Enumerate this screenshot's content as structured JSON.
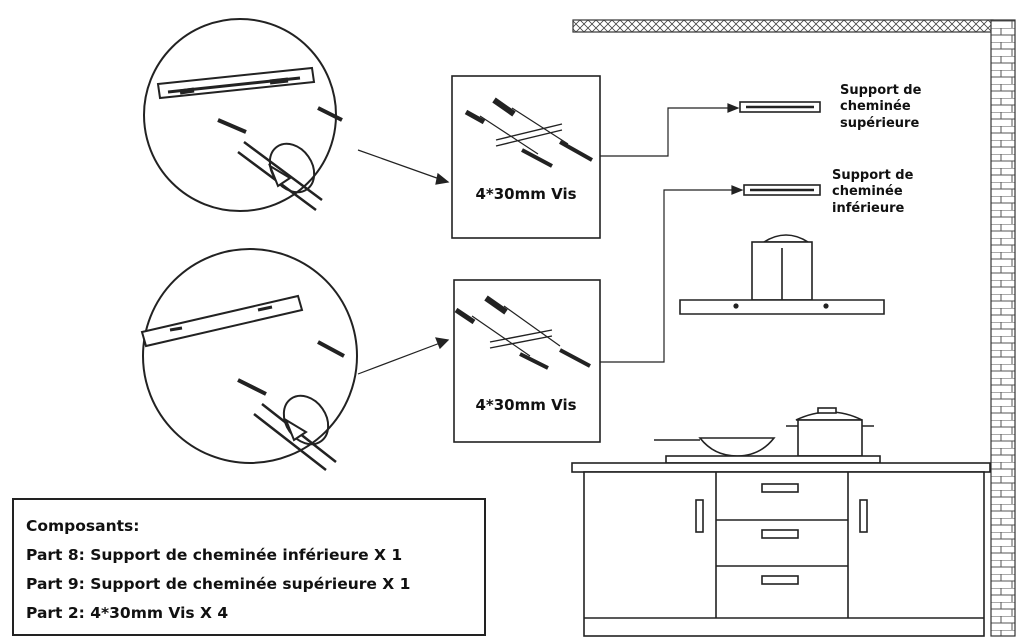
{
  "labels": {
    "upper_bracket": [
      "Support de",
      "cheminée",
      "supérieure"
    ],
    "lower_bracket": [
      "Support de",
      "cheminée",
      "inférieure"
    ],
    "screws_top": "4*30mm Vis",
    "screws_bottom": "4*30mm Vis"
  },
  "components": {
    "title": "Composants:",
    "items": [
      "Part 8: Support de cheminée inférieure X 1",
      "Part 9:  Support de cheminée supérieure X  1",
      "Part 2:  4*30mm Vis  X 4"
    ]
  },
  "colors": {
    "line": "#222222",
    "background": "#ffffff"
  }
}
